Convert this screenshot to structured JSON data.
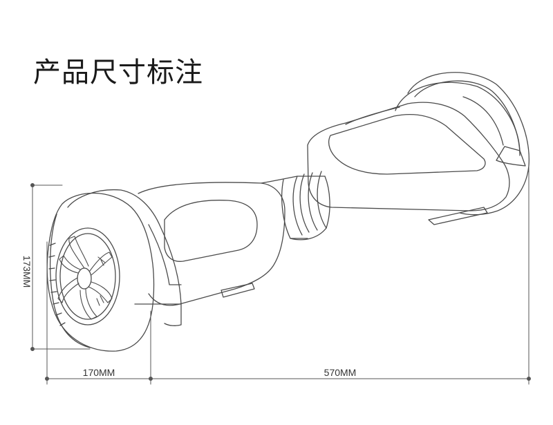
{
  "title": "产品尺寸标注",
  "dimensions": {
    "height_label": "173MM",
    "wheel_width_label": "170MM",
    "length_label": "570MM"
  },
  "colors": {
    "line": "#4a4a4a",
    "dimension_line": "#555555",
    "text": "#1a1a1a"
  }
}
